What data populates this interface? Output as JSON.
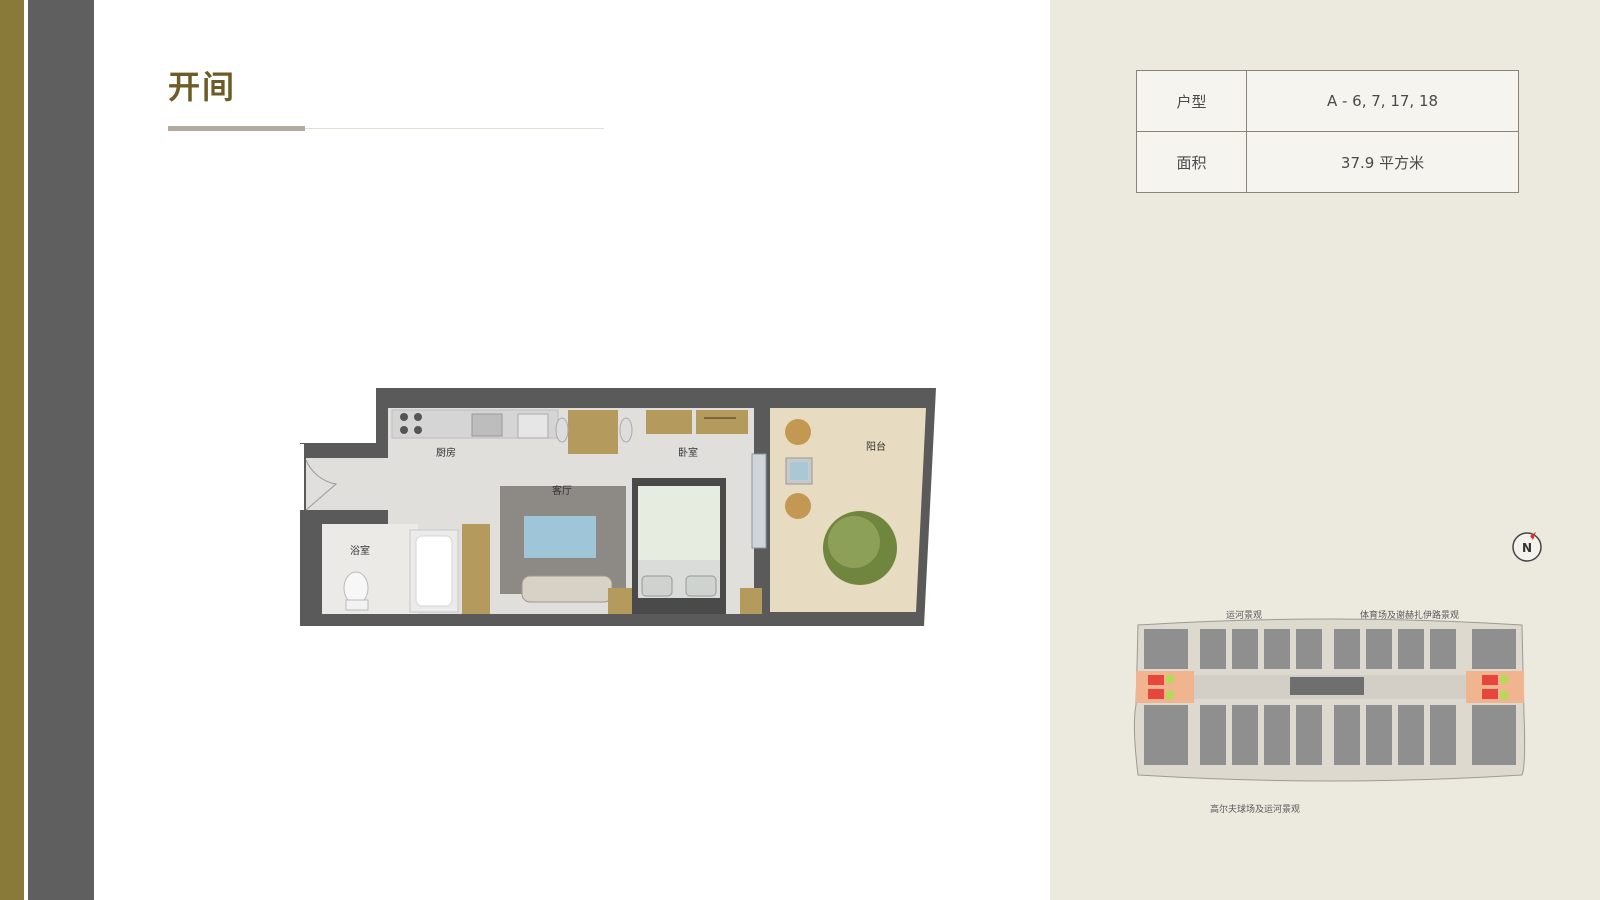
{
  "page": {
    "title": "开间"
  },
  "spec": {
    "rows": [
      {
        "label": "户型",
        "value": "A - 6, 7, 17, 18"
      },
      {
        "label": "面积",
        "value": "37.9 平方米"
      }
    ]
  },
  "floorplan": {
    "rooms": {
      "kitchen": "厨房",
      "living": "客厅",
      "bedroom": "卧室",
      "balcony": "阳台",
      "bathroom": "浴室"
    }
  },
  "compass": {
    "label": "N"
  },
  "site_plan": {
    "view_top_left": "运河景观",
    "view_top_right": "体育场及谢赫扎伊路景观",
    "view_bottom": "高尔夫球场及运河景观"
  },
  "colors": {
    "title": "#6d5c28",
    "accent_gold": "#8a7a3a",
    "side_strip": "#5e5f5e",
    "panel_bg": "#ece9df",
    "highlight": "#e8463c"
  }
}
